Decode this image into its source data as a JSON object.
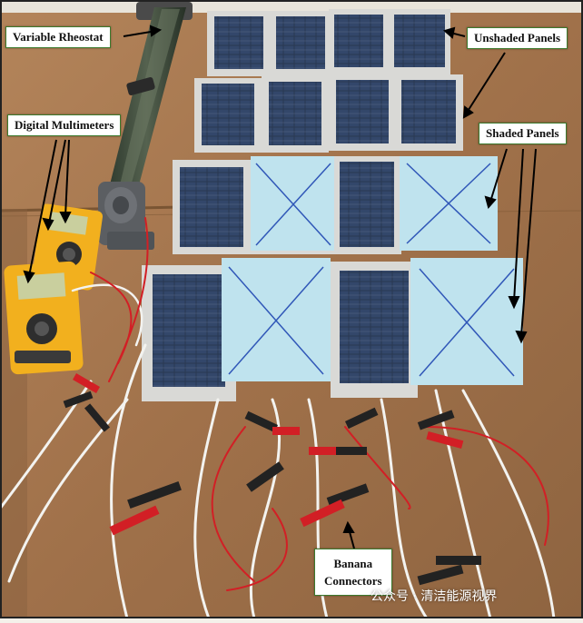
{
  "labels": {
    "rheostat": "Variable Rheostat",
    "dmm": "Digital Multimeters",
    "unshaded": "Unshaded Panels",
    "shaded": "Shaded Panels",
    "banana_line1": "Banana",
    "banana_line2": "Connectors"
  },
  "watermark": "公众号 · 清洁能源视界",
  "colors": {
    "table": "#a5774a",
    "panel_cell": "#2b3a55",
    "panel_frame": "#d9d9d6",
    "shade_paper": "#bfe3ee",
    "shade_cross": "#3057b8",
    "multimeter": "#f2b01e",
    "label_border": "#3c7a2e",
    "wire_red": "#d21f25",
    "wire_white": "#f3f3f0"
  }
}
